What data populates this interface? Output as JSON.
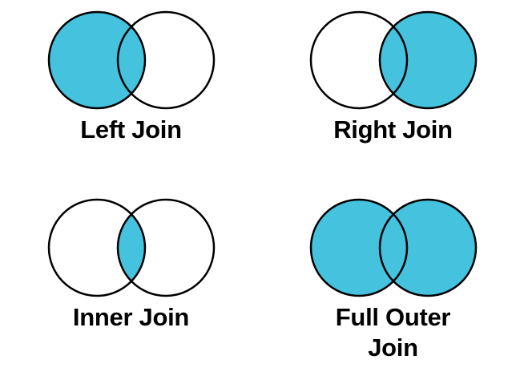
{
  "page": {
    "title": "SQL Join Types Venn Diagrams",
    "background_color": "#ffffff"
  },
  "style": {
    "fill_color": "#45C3DE",
    "empty_color": "#ffffff",
    "stroke_color": "#000000",
    "label_color": "#000000",
    "stroke_width": 2.5
  },
  "diagrams": [
    {
      "key": "left-join",
      "label": "Left Join",
      "left_circle": "filled",
      "right_circle": "empty",
      "overlap": "filled"
    },
    {
      "key": "right-join",
      "label": "Right Join",
      "left_circle": "empty",
      "right_circle": "filled",
      "overlap": "filled"
    },
    {
      "key": "inner-join",
      "label": "Inner Join",
      "left_circle": "empty",
      "right_circle": "empty",
      "overlap": "filled"
    },
    {
      "key": "full-outer-join",
      "label": "Full Outer\nJoin",
      "left_circle": "filled",
      "right_circle": "filled",
      "overlap": "filled"
    }
  ]
}
